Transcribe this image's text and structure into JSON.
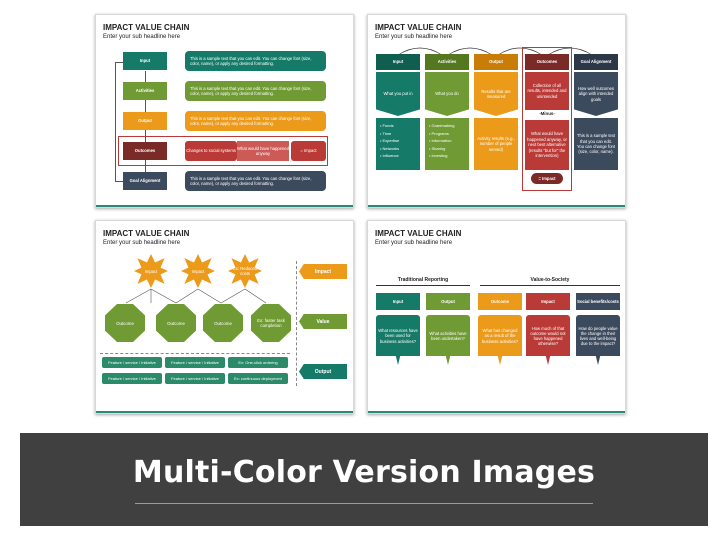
{
  "colors": {
    "teal": "#157a68",
    "green": "#6f9a34",
    "orange": "#ec9a1a",
    "red": "#b93a36",
    "navy": "#3c4a5e",
    "darkred": "#7a2b28",
    "banner": "#404040"
  },
  "slide1": {
    "title": "IMPACT VALUE CHAIN",
    "subtitle": "Enter your sub headline here",
    "rows": [
      {
        "label": "Input",
        "text": "This is a sample text that you can edit. You can change font (size, color, name), or apply any desired formatting."
      },
      {
        "label": "Activities",
        "text": "This is a sample text that you can edit. You can change font (size, color, name), or apply any desired formatting."
      },
      {
        "label": "Output",
        "text": "This is a sample text that you can edit. You can change font (size, color, name), or apply any desired formatting."
      },
      {
        "label": "Outcomes",
        "text": ""
      },
      {
        "label": "Goal Alignment",
        "text": "This is a sample text that you can edit. You can change font (size, color, name), or apply any desired formatting."
      }
    ],
    "outcome_changes": "Changes to social systems",
    "outcome_would": "What would have happened anyway",
    "outcome_impact": "= Impact"
  },
  "slide2": {
    "title": "IMPACT VALUE CHAIN",
    "subtitle": "Enter your sub headline here",
    "columns": [
      {
        "label": "Input",
        "desc": "What you put in",
        "bullets": [
          "Funds",
          "Time",
          "Expertise",
          "Networks",
          "Influence"
        ]
      },
      {
        "label": "Activities",
        "desc": "What you do",
        "bullets": [
          "Grantmaking",
          "Programs",
          "Information",
          "Sharing",
          "Investing"
        ]
      },
      {
        "label": "Output",
        "desc": "Results that are measured",
        "bullets": [
          "Activity results (e.g., number of people served)"
        ]
      },
      {
        "label": "Outcomes",
        "desc": "Collection of all results, intended and unintended",
        "bullets": [
          "What would have happened anyway, or next best alternative (results \"but for\" the intervention)"
        ]
      },
      {
        "label": "Goal Alignment",
        "desc": "How well outcomes align with intended goals",
        "bullets": [
          "This is a sample text that you can edit. You can change font (size, color, name)."
        ]
      }
    ],
    "minus": "-Minus-",
    "impact": "= Impact"
  },
  "slide3": {
    "title": "IMPACT VALUE CHAIN",
    "subtitle": "Enter your sub headline here",
    "stars": [
      "Impact",
      "Impact",
      "Ex: Reduced costs"
    ],
    "octagons": [
      "Outcome",
      "Outcome",
      "Outcome",
      "Ex: faster task completion"
    ],
    "features_row1": [
      "Feature / service / Initiative",
      "Feature / service / Initiative",
      "Ex: One-click ordering"
    ],
    "features_row2": [
      "Feature / service / Initiative",
      "Feature / service / Initiative",
      "Ex: continuous deployment"
    ],
    "tags": [
      "Impact",
      "Value",
      "Output"
    ]
  },
  "slide4": {
    "title": "IMPACT VALUE CHAIN",
    "subtitle": "Enter your sub headline here",
    "group_left": "Traditional Reporting",
    "group_right": "Value-to-Society",
    "columns": [
      {
        "label": "Input",
        "q": "What resources have been used for business activities?"
      },
      {
        "label": "Output",
        "q": "What activities have been undertaken?"
      },
      {
        "label": "Outcome",
        "q": "What has changed as a result of the business activities?"
      },
      {
        "label": "Impact",
        "q": "How much of that outcome would not have happened otherwise?"
      },
      {
        "label": "Social benefits/costs",
        "q": "How do people value the change in their lives and well-being due to the impact?"
      }
    ]
  },
  "banner": {
    "title": "Multi-Color Version Images"
  }
}
